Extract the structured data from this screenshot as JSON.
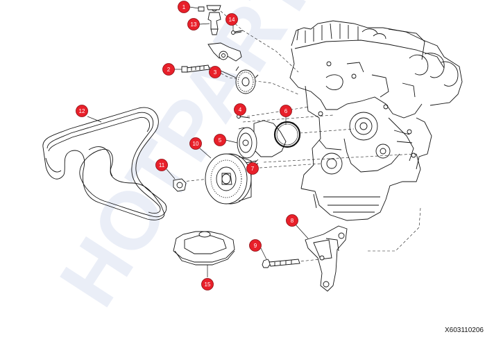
{
  "watermark_text": "HOTPARTS",
  "reference_code": "X603110206",
  "callouts": [
    {
      "number": "1"
    },
    {
      "number": "2"
    },
    {
      "number": "3"
    },
    {
      "number": "4"
    },
    {
      "number": "5"
    },
    {
      "number": "6"
    },
    {
      "number": "7"
    },
    {
      "number": "8"
    },
    {
      "number": "9"
    },
    {
      "number": "10"
    },
    {
      "number": "11"
    },
    {
      "number": "12"
    },
    {
      "number": "13"
    },
    {
      "number": "14"
    },
    {
      "number": "15"
    }
  ],
  "colors": {
    "callout_fill": "#e8202a",
    "callout_stroke": "#8a0a10",
    "line": "#111111",
    "watermark": "#dde3f2"
  }
}
